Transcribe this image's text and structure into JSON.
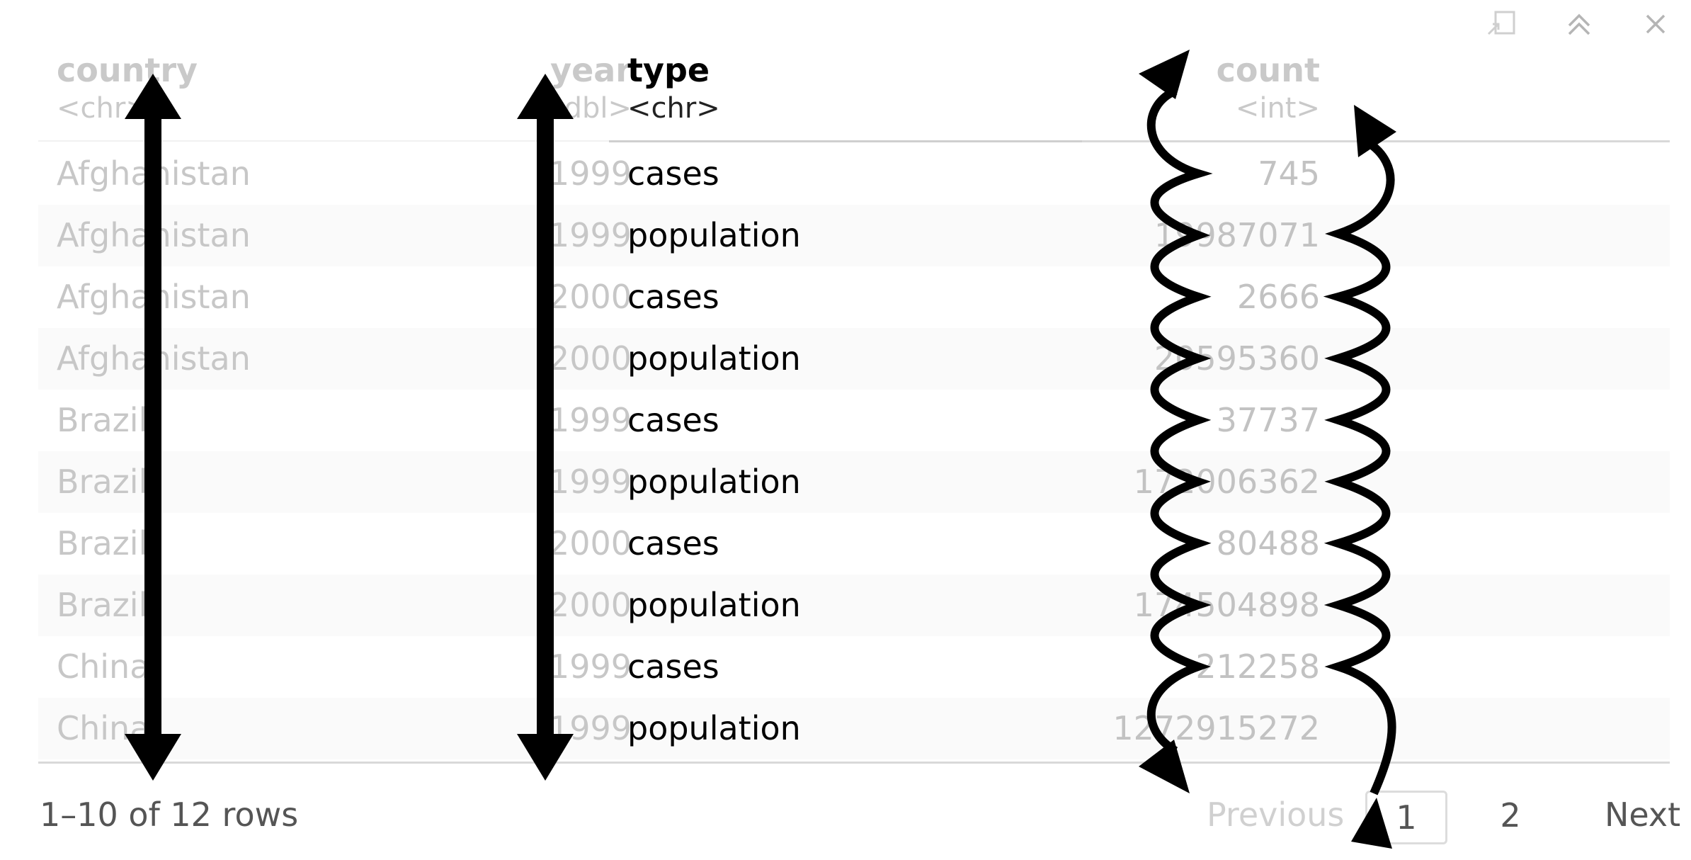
{
  "toolbar": {
    "icons": [
      "export-icon",
      "collapse-icon",
      "close-icon"
    ]
  },
  "columns": [
    {
      "name": "country",
      "type": "<chr>"
    },
    {
      "name": "year",
      "type": "<dbl>"
    },
    {
      "name": "type",
      "type": "<chr>"
    },
    {
      "name": "count",
      "type": "<int>"
    }
  ],
  "rows": [
    {
      "country": "Afghanistan",
      "year": "1999",
      "type": "cases",
      "count": "745"
    },
    {
      "country": "Afghanistan",
      "year": "1999",
      "type": "population",
      "count": "19987071"
    },
    {
      "country": "Afghanistan",
      "year": "2000",
      "type": "cases",
      "count": "2666"
    },
    {
      "country": "Afghanistan",
      "year": "2000",
      "type": "population",
      "count": "20595360"
    },
    {
      "country": "Brazil",
      "year": "1999",
      "type": "cases",
      "count": "37737"
    },
    {
      "country": "Brazil",
      "year": "1999",
      "type": "population",
      "count": "172006362"
    },
    {
      "country": "Brazil",
      "year": "2000",
      "type": "cases",
      "count": "80488"
    },
    {
      "country": "Brazil",
      "year": "2000",
      "type": "population",
      "count": "174504898"
    },
    {
      "country": "China",
      "year": "1999",
      "type": "cases",
      "count": "212258"
    },
    {
      "country": "China",
      "year": "1999",
      "type": "population",
      "count": "1272915272"
    }
  ],
  "footer": {
    "rows_info": "1–10 of 12 rows",
    "previous_label": "Previous",
    "pages": [
      "1",
      "2"
    ],
    "current_page": "1",
    "next_label": "Next"
  },
  "colors": {
    "faded_text": "#c7c7c7",
    "arrow": "#000000",
    "border": "#d9d9d9"
  }
}
